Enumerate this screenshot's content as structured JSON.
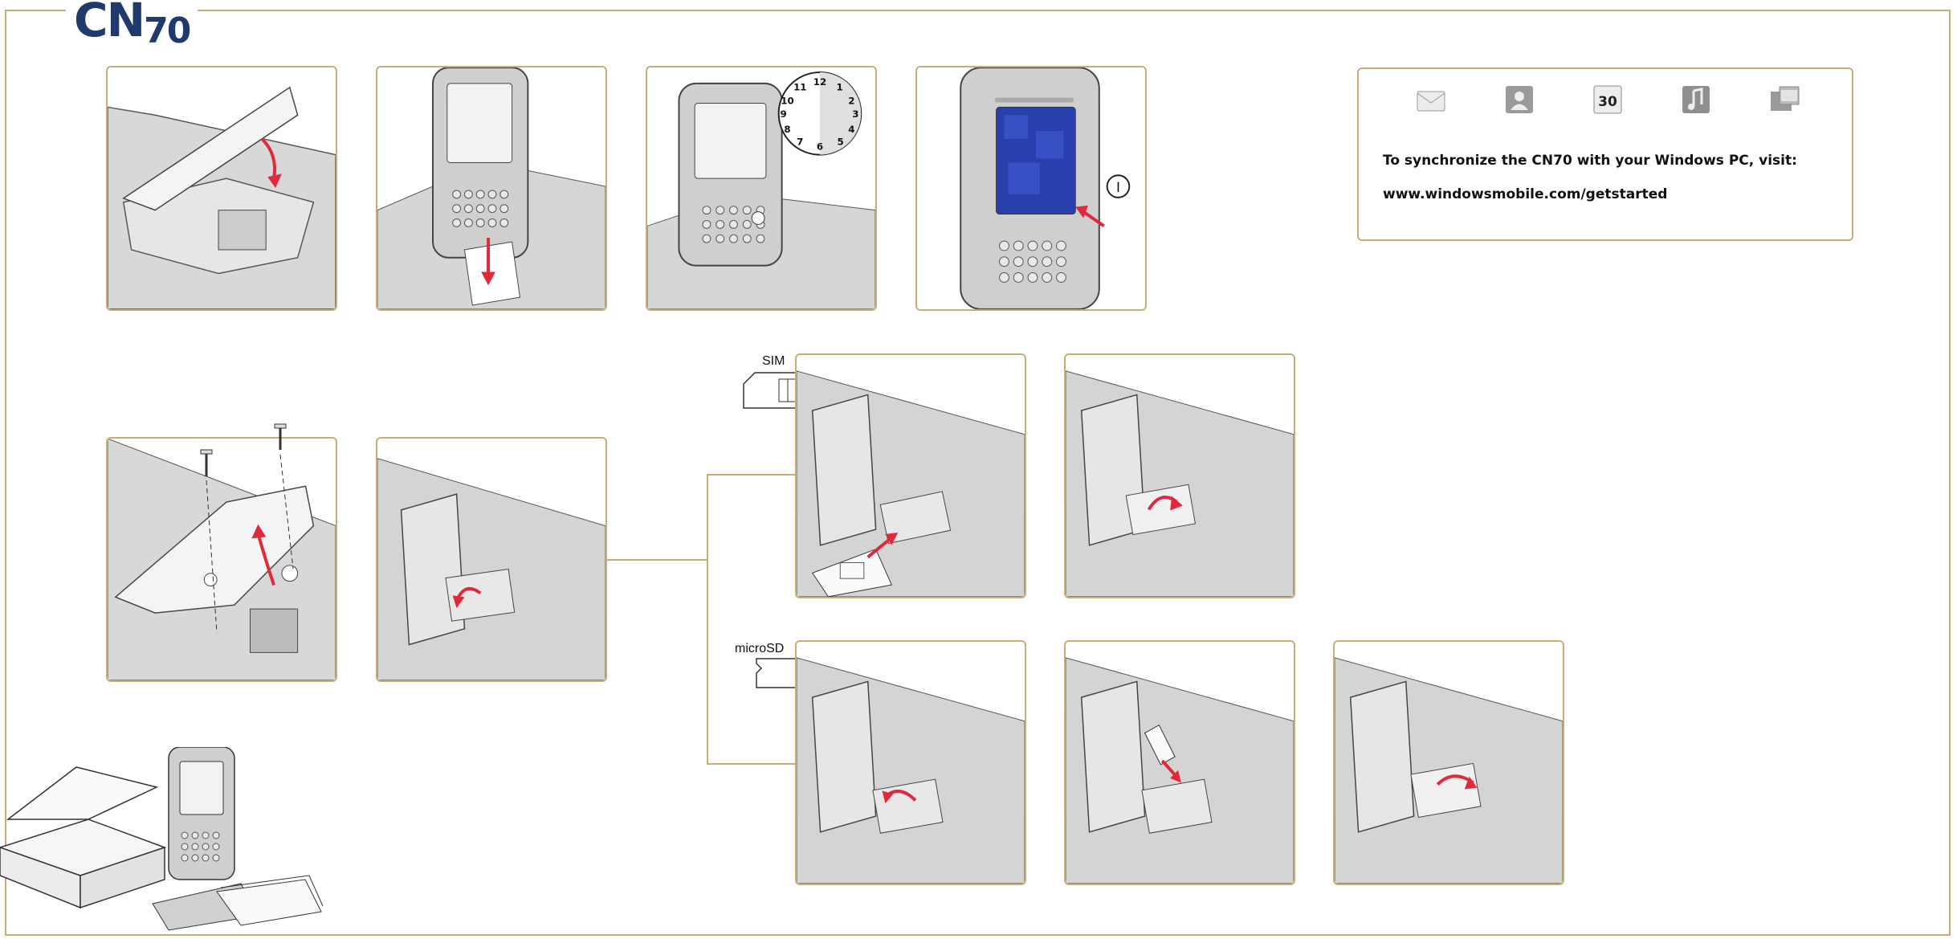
{
  "title": {
    "main": "CN",
    "sub": "70"
  },
  "sync": {
    "icons": [
      "envelope-icon",
      "contact-icon",
      "calendar-icon",
      "music-note-icon",
      "video-icon"
    ],
    "calendar_day": "30",
    "line1": "To synchronize the CN70 with your Windows PC, visit:",
    "line2": "www.windowsmobile.com/getstarted"
  },
  "labels": {
    "sim": "SIM",
    "microsd": "microSD"
  },
  "clock": {
    "numbers": [
      "12",
      "1",
      "2",
      "3",
      "4",
      "5",
      "6",
      "7",
      "8",
      "9",
      "10",
      "11"
    ]
  },
  "power_symbol": "I",
  "colors": {
    "accent_border": "#c9ad74",
    "arrow_red": "#e0293a",
    "brand_blue": "#1f3a6b",
    "device_grey": "#d4d4d4"
  }
}
